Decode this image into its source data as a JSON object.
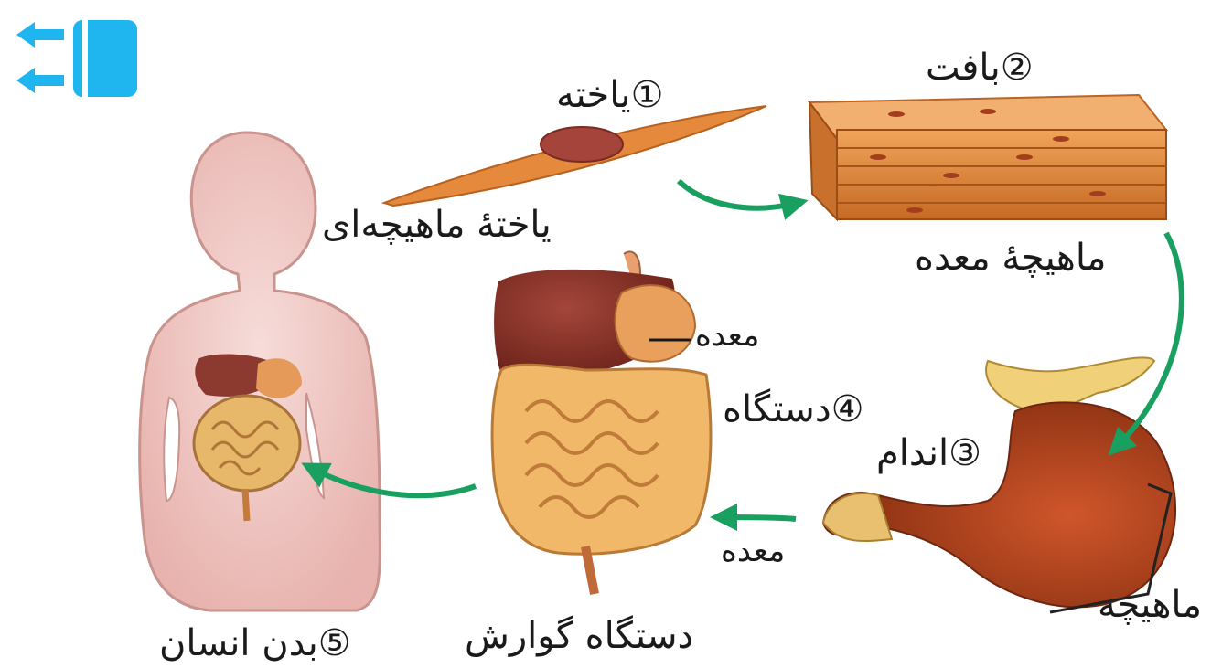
{
  "levels": [
    {
      "number": "①",
      "name": "یاخته",
      "example": "یاختهٔ ماهیچه‌ای"
    },
    {
      "number": "②",
      "name": "بافت",
      "example": "ماهیچهٔ معده"
    },
    {
      "number": "③",
      "name": "اندام",
      "example": "ماهیچه"
    },
    {
      "number": "④",
      "name": "دستگاه",
      "example": "معده"
    },
    {
      "number": "⑤",
      "name": "بدن انسان",
      "example": ""
    }
  ],
  "labels": {
    "system_name": "دستگاه گوارش",
    "stomach_pointer": "معده",
    "muscle_bracket": "ماهیچه"
  },
  "nav": {
    "icon": "back-to-book-icon"
  },
  "colors": {
    "arrow": "#19a060",
    "nav": "#1fb5ee",
    "cell": "#e58a3c",
    "tissue": "#d9823a",
    "body": "#f2c9c6"
  }
}
